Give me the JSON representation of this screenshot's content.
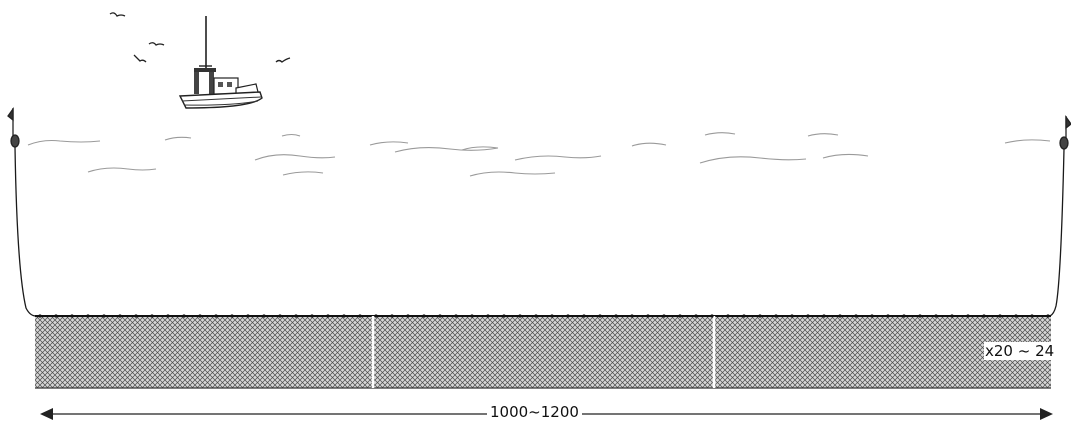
{
  "diagram": {
    "total_length_label": "1000~1200",
    "panel_count_label": "x20 ~ 24",
    "net_panels_shown": 3,
    "colors": {
      "line": "#1a1a1a",
      "net_mesh": "#4a4a4a",
      "net_background": "#d6d6d6",
      "wave": "#9a9a9a"
    },
    "icons": [
      "fishing-boat-icon",
      "seagull-icon",
      "buoy-flag-icon",
      "double-arrow-icon"
    ]
  }
}
